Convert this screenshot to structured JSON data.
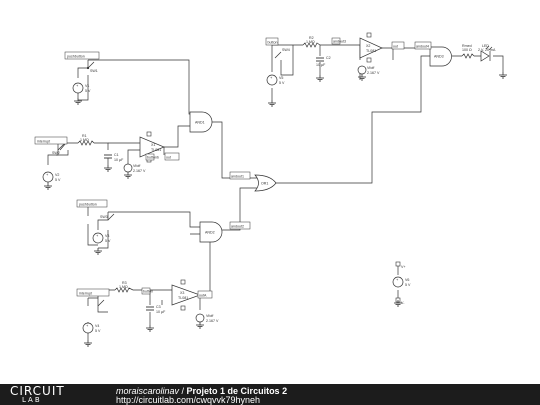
{
  "nodes": {
    "pushbutton_a": "pushbutton",
    "pushbutton_b": "pushbutton",
    "button": "button",
    "buttonb": "buttonb",
    "button_c": "button",
    "interrupt": "interrupt",
    "andout1": "andout1",
    "andout2": "andout2",
    "andout3": "andout3",
    "andout4": "andout4",
    "interruptB": "interrupt",
    "out": "out",
    "outB": "out",
    "outA": "outA"
  },
  "labels": {
    "v1_name": "V1",
    "v1_val": "5 V",
    "v2_name": "V2",
    "v2_val": "5 V",
    "v3_name": "V3",
    "v3_val": "5 V",
    "v4_name": "V4",
    "v4_val": "5 V",
    "v5_name": "V5",
    "v5_val": "5 V",
    "v6_name": "V6",
    "v6_val": "5 V",
    "sw1": "SW1",
    "sw2": "SW2",
    "sw3": "SW3",
    "sw4": "SW4",
    "r1_name": "R1",
    "r1_val": "1 MΩ",
    "r2_name": "R2",
    "r2_val": "1 MΩ",
    "r3_name": "R3",
    "r3_val": "1 MΩ",
    "c1_name": "C1",
    "c1_val": "10 µF",
    "c2_name": "C2",
    "c2_val": "10 µF",
    "c3_name": "C3",
    "c3_val": "10 µF",
    "x1": "X1",
    "x1_model": "TL081",
    "x2": "X2",
    "x2_model": "TL081",
    "x3": "X3",
    "x3_model": "TL081",
    "vref1_name": "Vfoff",
    "vref1_val": "2.167 V",
    "vref2_name": "Vfoff",
    "vref2_val": "2.167 V",
    "vref3_name": "Vfoff",
    "vref3_val": "2.167 V",
    "and1": "AND1",
    "and2": "AND2",
    "and3": "AND3",
    "or1": "OR1",
    "rmed_name": "Rmed",
    "rmed_val": "100 Ω",
    "led_name": "LED",
    "led_val": "2 V, 20 mA",
    "v6_top": "V+",
    "v6_bot": "V-"
  },
  "footer": {
    "logo_top": "CIRCUIT",
    "logo_bottom": "LAB",
    "author": "moraiscarolinav",
    "separator": " / ",
    "title": "Projeto 1 de Circuitos 2",
    "url": "http://circuitlab.com/cwqvvk79hyneh"
  },
  "colors": {
    "wire": "#333333",
    "background": "#ffffff",
    "footer": "#1c1c1c",
    "accent": "#7fbf3f"
  }
}
